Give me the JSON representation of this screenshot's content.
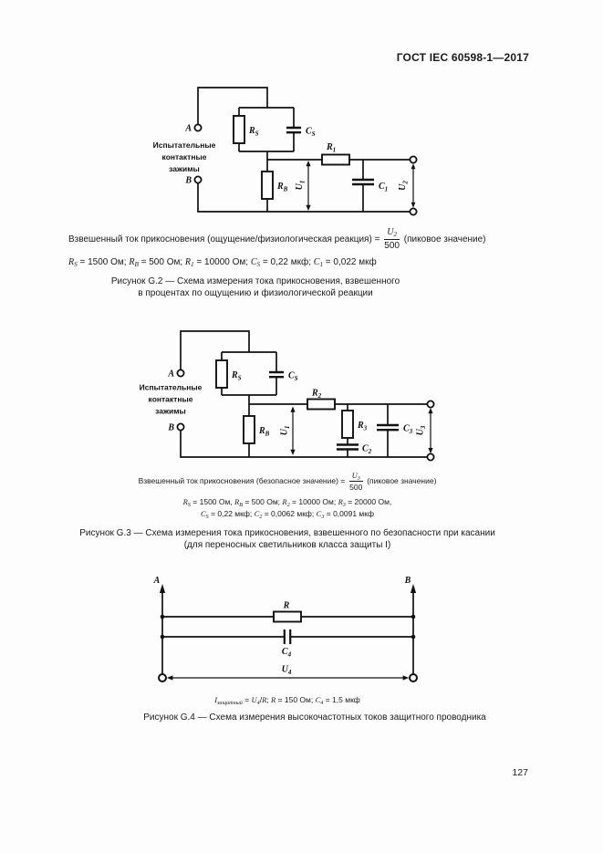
{
  "page": {
    "header": "ГОСТ IEC 60598-1—2017",
    "page_number": "127"
  },
  "fig_g2": {
    "side_label": [
      "Испытательные",
      "контактные",
      "зажимы"
    ],
    "terminal_a": "A",
    "terminal_b": "B",
    "components": {
      "rs": {
        "m": "R",
        "s": "S"
      },
      "cs": {
        "m": "C",
        "s": "S"
      },
      "rb": {
        "m": "R",
        "s": "B"
      },
      "r1": {
        "m": "R",
        "s": "1"
      },
      "c1": {
        "m": "C",
        "s": "1"
      },
      "u1": {
        "m": "U",
        "s": "1"
      },
      "u2": {
        "m": "U",
        "s": "2"
      }
    },
    "formula": [
      {
        "t": "Взвешенный ток прикосновения (ощущение/физиологическая реакция) = "
      },
      {
        "f": {
          "n": [
            {
              "i": "U"
            },
            {
              "s": "2"
            }
          ],
          "d": [
            {
              "t": "500"
            }
          ]
        }
      },
      {
        "t": " (пиковое значение)"
      }
    ],
    "values": [
      {
        "i": "R"
      },
      {
        "s": "S"
      },
      {
        "t": " = 1500 Ом; "
      },
      {
        "i": "R"
      },
      {
        "s": "B"
      },
      {
        "t": " = 500 Ом; "
      },
      {
        "i": "R"
      },
      {
        "s": "1"
      },
      {
        "t": " = 10000 Ом; "
      },
      {
        "i": "C"
      },
      {
        "s": "S"
      },
      {
        "t": " = 0,22 мкф; "
      },
      {
        "i": "C"
      },
      {
        "s": "1"
      },
      {
        "t": " = 0,022 мкф"
      }
    ],
    "caption": [
      "Рисунок G.2 — Схема измерения тока прикосновения, взвешенного",
      "в процентах по ощущению и физиологической реакции"
    ]
  },
  "fig_g3": {
    "side_label": [
      "Испытательные",
      "контактные",
      "зажимы"
    ],
    "terminal_a": "A",
    "terminal_b": "B",
    "components": {
      "rs": {
        "m": "R",
        "s": "S"
      },
      "cs": {
        "m": "C",
        "s": "S"
      },
      "rb": {
        "m": "R",
        "s": "B"
      },
      "r2": {
        "m": "R",
        "s": "2"
      },
      "r3": {
        "m": "R",
        "s": "3"
      },
      "c2": {
        "m": "C",
        "s": "2"
      },
      "c3": {
        "m": "C",
        "s": "3"
      },
      "u1": {
        "m": "U",
        "s": "1"
      },
      "u3": {
        "m": "U",
        "s": "3"
      }
    },
    "formula": [
      {
        "t": "Взвешенный ток прикосновения (безопасное значение) = "
      },
      {
        "f": {
          "n": [
            {
              "i": "U"
            },
            {
              "s": "3"
            }
          ],
          "d": [
            {
              "t": "500"
            }
          ]
        }
      },
      {
        "t": " (пиковое значение)"
      }
    ],
    "values_line1": [
      {
        "i": "R"
      },
      {
        "s": "S"
      },
      {
        "t": " = 1500 Ом, "
      },
      {
        "i": "R"
      },
      {
        "s": "B"
      },
      {
        "t": " = 500 Ом; "
      },
      {
        "i": "R"
      },
      {
        "s": "2"
      },
      {
        "t": " = 10000 Ом; "
      },
      {
        "i": "R"
      },
      {
        "s": "3"
      },
      {
        "t": " = 20000 Ом,"
      }
    ],
    "values_line2": [
      {
        "i": "C"
      },
      {
        "s": "S"
      },
      {
        "t": " = 0,22 мкф; "
      },
      {
        "i": "C"
      },
      {
        "s": "2"
      },
      {
        "t": " = 0,0062 мкф; "
      },
      {
        "i": "C"
      },
      {
        "s": "3"
      },
      {
        "t": " = 0,0091 мкф"
      }
    ],
    "caption": [
      "Рисунок G.3 — Схема измерения тока прикосновения, взвешенного по безопасности при касании",
      "(для переносных светильников класса защиты I)"
    ]
  },
  "fig_g4": {
    "terminal_a": "A",
    "terminal_b": "B",
    "components": {
      "r": {
        "m": "R",
        "s": ""
      },
      "c4": {
        "m": "C",
        "s": "4"
      },
      "u4": {
        "m": "U",
        "s": "4"
      }
    },
    "formula": [
      {
        "i": "I"
      },
      {
        "s": "защитный"
      },
      {
        "t": " = "
      },
      {
        "i": "U"
      },
      {
        "s": "4"
      },
      {
        "t": "/"
      },
      {
        "i": "R"
      },
      {
        "t": "; "
      },
      {
        "i": "R"
      },
      {
        "t": " = 150 Ом; "
      },
      {
        "i": "C"
      },
      {
        "s": "4"
      },
      {
        "t": " = 1,5 мкф"
      }
    ],
    "caption": [
      "Рисунок G.4 — Схема измерения высокочастотных токов защитного проводника"
    ]
  }
}
